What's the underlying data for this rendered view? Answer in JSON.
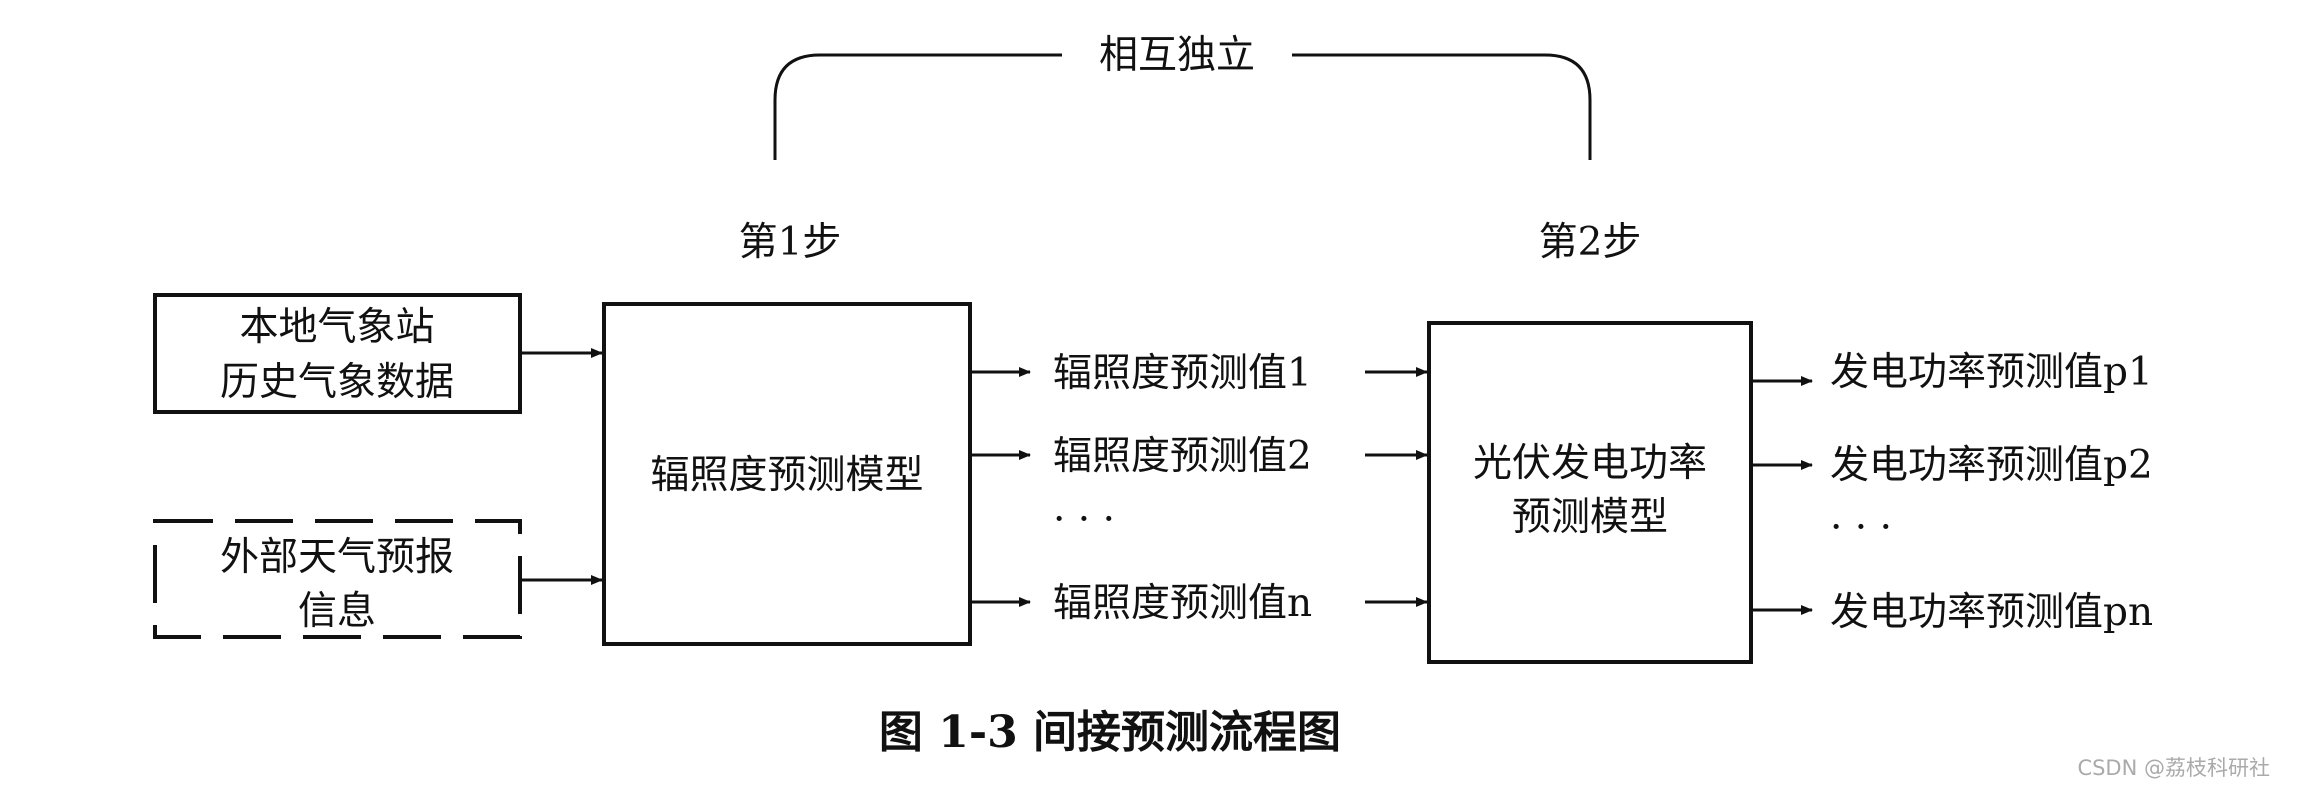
{
  "independent_label": "相互独立",
  "step1_label": "第1步",
  "step2_label": "第2步",
  "local_station_box": {
    "line1": "本地气象站",
    "line2": "历史气象数据"
  },
  "external_forecast_box": {
    "line1": "外部天气预报",
    "line2": "信息"
  },
  "irradiance_model_box": {
    "label": "辐照度预测模型"
  },
  "pv_model_box": {
    "line1": "光伏发电功率",
    "line2": "预测模型"
  },
  "irradiance_outputs": [
    "辐照度预测值1",
    "辐照度预测值2",
    "· · ·",
    "辐照度预测值n"
  ],
  "power_outputs": [
    "发电功率预测值p1",
    "发电功率预测值p2",
    "· · ·",
    "发电功率预测值pn"
  ],
  "caption": "图 1-3 间接预测流程图",
  "watermark": "CSDN @荔枝科研社"
}
